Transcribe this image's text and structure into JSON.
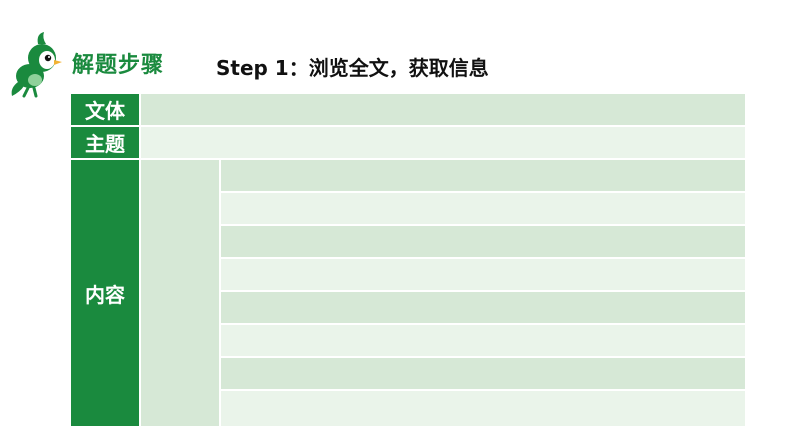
{
  "header": {
    "section_label": "解题步骤",
    "step_title": "Step 1：浏览全文，获取信息"
  },
  "table": {
    "rows": [
      {
        "label": "文体"
      },
      {
        "label": "主题"
      },
      {
        "label": "内容"
      }
    ]
  },
  "colors": {
    "accent_green": "#1a8a3e",
    "cell_dark": "#d6e8d6",
    "cell_light": "#eaf4ea"
  },
  "icons": {
    "mascot": "green-bird-mascot-icon"
  }
}
